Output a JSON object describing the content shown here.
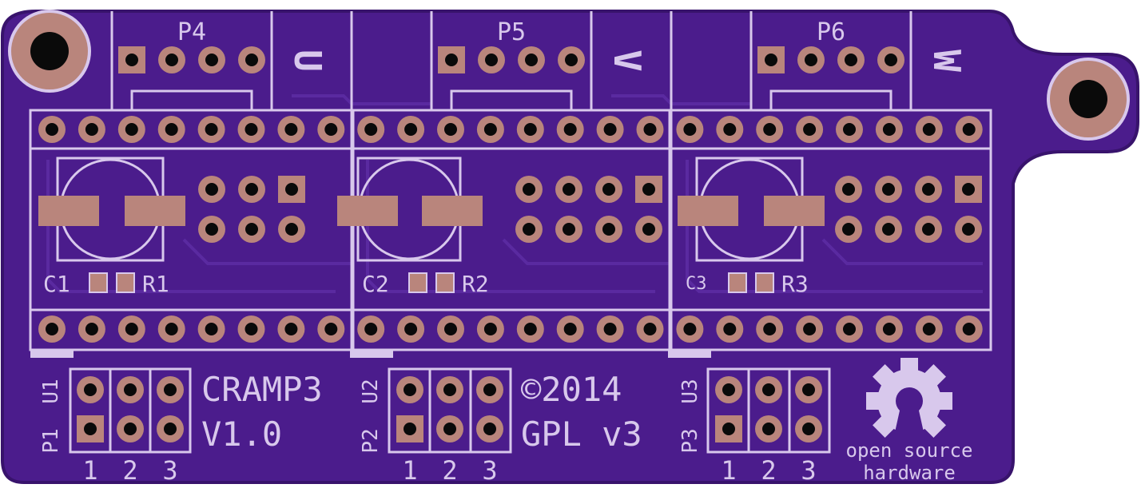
{
  "colors": {
    "board": "#4b1c8c",
    "board_edge": "#38136c",
    "silk": "#d8c8ec",
    "pad": "#b9857c",
    "pad_dark": "#8e6a64",
    "hole": "#0a0a0a",
    "trace": "#5a2aa0"
  },
  "headers": {
    "p4": "P4",
    "p5": "P5",
    "p6": "P6"
  },
  "phases": {
    "u": "U",
    "v": "V",
    "w": "W"
  },
  "passives": {
    "c1": "C1",
    "r1": "R1",
    "c2": "C2",
    "r2": "R2",
    "c3": "C3",
    "r3": "R3"
  },
  "config_blocks": {
    "u1": "U1",
    "p1": "P1",
    "u2": "U2",
    "p2": "P2",
    "u3": "U3",
    "p3": "P3",
    "pin_numbers": [
      "1",
      "2",
      "3"
    ]
  },
  "title": {
    "name": "CRAMP3",
    "version": "V1.0",
    "copyright": "©2014",
    "license": "GPL v3"
  },
  "oshw": {
    "line1": "open source",
    "line2": "hardware"
  }
}
